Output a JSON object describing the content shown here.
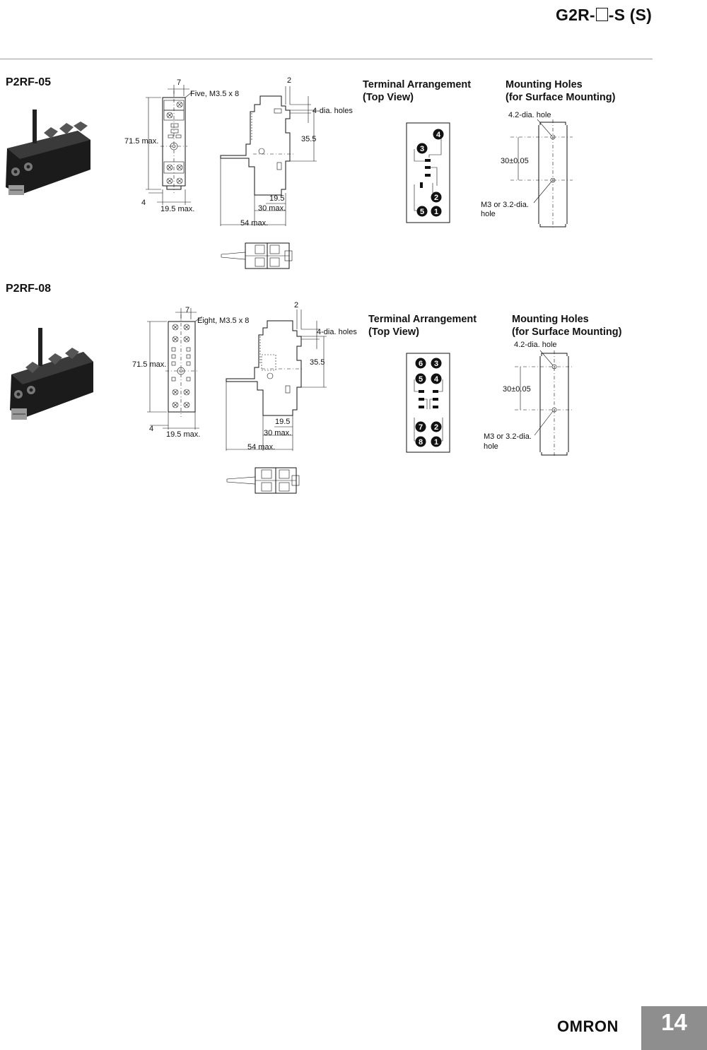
{
  "header": {
    "title_prefix": "G2R-",
    "title_suffix": "-S (S)"
  },
  "products": [
    {
      "model": "P2RF-05",
      "terminal_label": "Five, M3.5 x 8",
      "dims": {
        "width_top": "7",
        "height": "71.5 max.",
        "base_offset": "4",
        "width": "19.5 max.",
        "top_offset": "2",
        "holes": "4-dia. holes",
        "hole_pitch": "35.5",
        "depth_inner": "19.5",
        "depth_mid": "30 max.",
        "depth_total": "54 max."
      },
      "terminal_heading": "Terminal Arrangement\n(Top View)",
      "terminals": [
        "4",
        "3",
        "2",
        "5",
        "1"
      ],
      "mounting_heading": "Mounting Holes\n(for Surface Mounting)",
      "mounting": {
        "hole_top": "4.2-dia. hole",
        "pitch": "30±0.05",
        "hole_bottom_1": "M3 or 3.2-dia.",
        "hole_bottom_2": "hole"
      }
    },
    {
      "model": "P2RF-08",
      "terminal_label": "Eight, M3.5 x 8",
      "dims": {
        "width_top": "7",
        "height": "71.5 max.",
        "base_offset": "4",
        "width": "19.5 max.",
        "top_offset": "2",
        "holes": "4-dia. holes",
        "hole_pitch": "35.5",
        "depth_inner": "19.5",
        "depth_mid": "30 max.",
        "depth_total": "54 max."
      },
      "terminal_heading": "Terminal Arrangement\n(Top View)",
      "terminals": [
        "6",
        "3",
        "5",
        "4",
        "7",
        "2",
        "8",
        "1"
      ],
      "mounting_heading": "Mounting Holes\n(for Surface Mounting)",
      "mounting": {
        "hole_top": "4.2-dia. hole",
        "pitch": "30±0.05",
        "hole_bottom_1": "M3 or 3.2-dia.",
        "hole_bottom_2": "hole"
      }
    }
  ],
  "footer": {
    "brand": "OMRON",
    "page_number": "14"
  }
}
